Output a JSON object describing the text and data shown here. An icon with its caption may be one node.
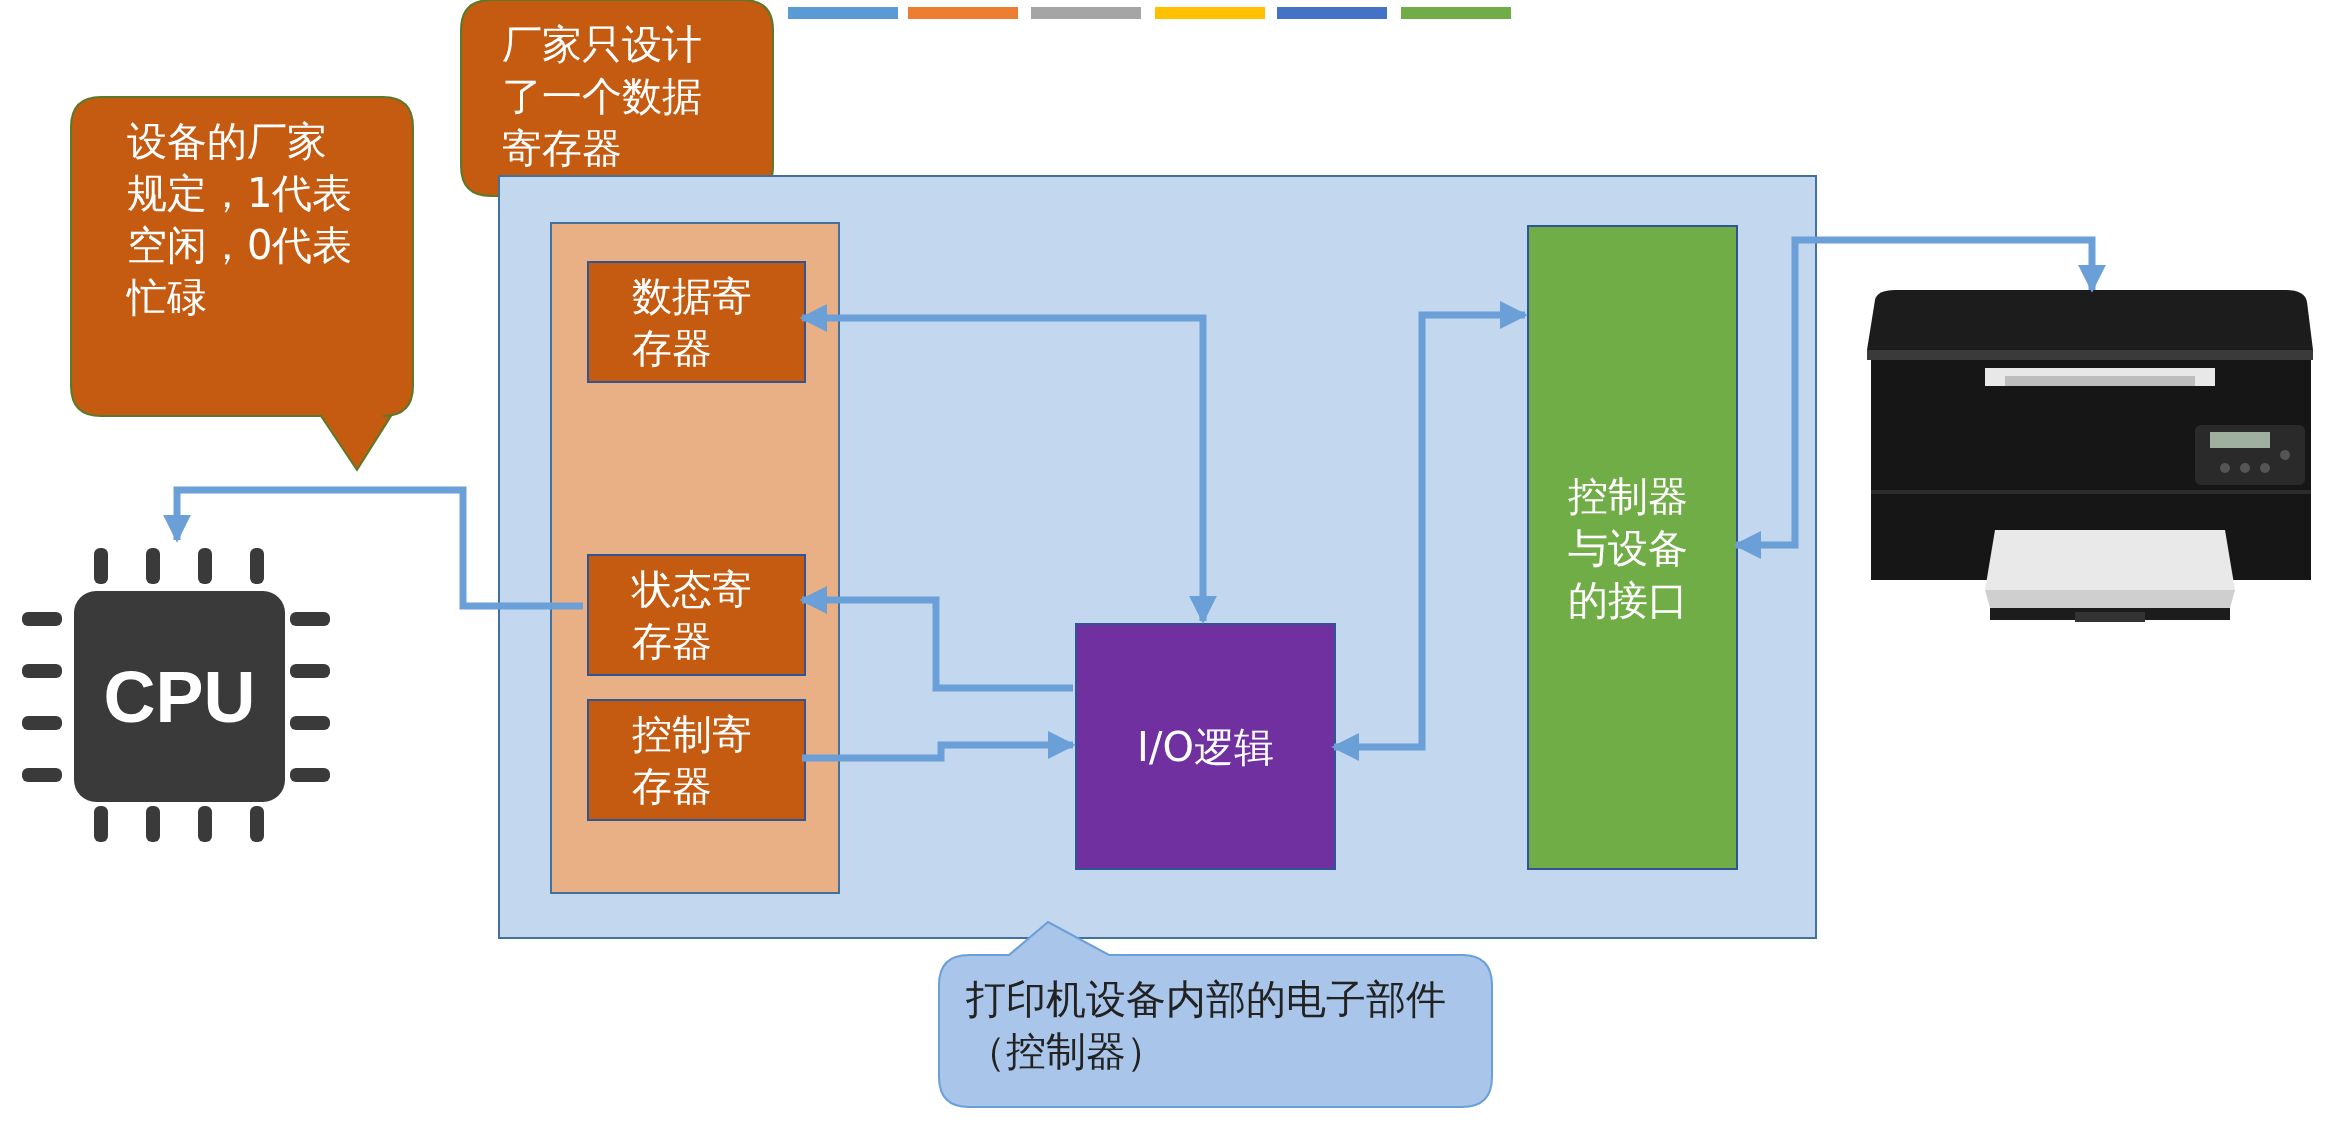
{
  "diagram": {
    "nodes": [
      {
        "text": [
          "设备的厂家规定，1代表空闲，0代表忙碌"
        ]
      },
      {
        "text": [
          "厂家只设计了一个数据寄存器"
        ]
      },
      {
        "text": [],
        "shape": "box"
      },
      {
        "text": [],
        "shape": "box",
        "in": 2
      },
      {
        "text": [
          "数据寄存器"
        ],
        "in": 3
      },
      {
        "text": [
          "状态寄存器"
        ],
        "in": 3
      },
      {
        "text": [
          "控制寄存器"
        ],
        "in": 3
      },
      {
        "text": [
          "I/O逻辑"
        ],
        "in": 2
      },
      {
        "text": [
          "控制器与设备的接口"
        ],
        "in": 2
      },
      {
        "text": [
          "CPU"
        ]
      },
      {
        "text": [],
        "shape": "picture"
      },
      {
        "text": [
          "打印机设备内部的电子部件（控制器）"
        ]
      }
    ],
    "edges": [
      {
        "from": 4,
        "to": 7,
        "arrow": "both"
      },
      {
        "from": 7,
        "to": 5,
        "arrow": "to"
      },
      {
        "from": 6,
        "to": 7,
        "arrow": "to"
      },
      {
        "from": 5,
        "to": 9,
        "arrow": "to"
      },
      {
        "from": 7,
        "to": 8,
        "arrow": "both"
      },
      {
        "from": 8,
        "to": 10,
        "arrow": "both"
      }
    ]
  }
}
